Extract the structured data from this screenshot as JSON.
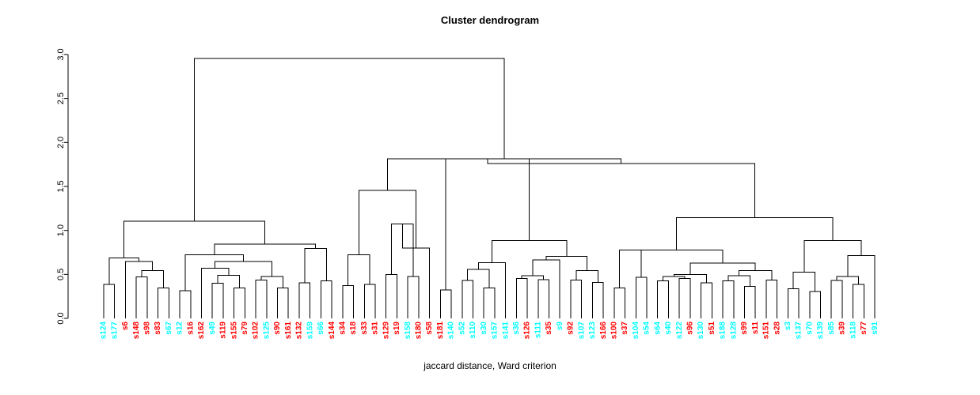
{
  "title": "Cluster dendrogram",
  "xlabel": "jaccard distance, Ward criterion",
  "colors": {
    "cluster_a": "#00FFFF",
    "cluster_b": "#FF0000",
    "link": "#000000",
    "axis": "#000000",
    "background": "#FFFFFF"
  },
  "chart_data": {
    "type": "dendrogram",
    "title": "Cluster dendrogram",
    "xlabel": "jaccard distance, Ward criterion",
    "ylabel": "",
    "ylim": [
      0,
      3.0
    ],
    "yticks": [
      "0.0",
      "0.5",
      "1.0",
      "1.5",
      "2.0",
      "2.5",
      "3.0"
    ],
    "ytick_values": [
      0,
      0.5,
      1.0,
      1.5,
      2.0,
      2.5,
      3.0
    ],
    "grid": false,
    "legend": "none",
    "n_leaves": 72,
    "leaves": [
      {
        "label": "s124",
        "color": "#00FFFF"
      },
      {
        "label": "s177",
        "color": "#00FFFF"
      },
      {
        "label": "s6",
        "color": "#FF0000"
      },
      {
        "label": "s148",
        "color": "#FF0000"
      },
      {
        "label": "s98",
        "color": "#FF0000"
      },
      {
        "label": "s83",
        "color": "#FF0000"
      },
      {
        "label": "s67",
        "color": "#00FFFF"
      },
      {
        "label": "s12",
        "color": "#00FFFF"
      },
      {
        "label": "s16",
        "color": "#FF0000"
      },
      {
        "label": "s162",
        "color": "#FF0000"
      },
      {
        "label": "s49",
        "color": "#00FFFF"
      },
      {
        "label": "s119",
        "color": "#FF0000"
      },
      {
        "label": "s155",
        "color": "#FF0000"
      },
      {
        "label": "s79",
        "color": "#FF0000"
      },
      {
        "label": "s102",
        "color": "#FF0000"
      },
      {
        "label": "s125",
        "color": "#00FFFF"
      },
      {
        "label": "s90",
        "color": "#FF0000"
      },
      {
        "label": "s161",
        "color": "#FF0000"
      },
      {
        "label": "s132",
        "color": "#FF0000"
      },
      {
        "label": "s159",
        "color": "#00FFFF"
      },
      {
        "label": "s66",
        "color": "#00FFFF"
      },
      {
        "label": "s144",
        "color": "#FF0000"
      },
      {
        "label": "s34",
        "color": "#FF0000"
      },
      {
        "label": "s18",
        "color": "#FF0000"
      },
      {
        "label": "s33",
        "color": "#FF0000"
      },
      {
        "label": "s31",
        "color": "#FF0000"
      },
      {
        "label": "s129",
        "color": "#FF0000"
      },
      {
        "label": "s19",
        "color": "#FF0000"
      },
      {
        "label": "s158",
        "color": "#00FFFF"
      },
      {
        "label": "s180",
        "color": "#FF0000"
      },
      {
        "label": "s58",
        "color": "#FF0000"
      },
      {
        "label": "s181",
        "color": "#FF0000"
      },
      {
        "label": "s140",
        "color": "#00FFFF"
      },
      {
        "label": "s52",
        "color": "#00FFFF"
      },
      {
        "label": "s110",
        "color": "#00FFFF"
      },
      {
        "label": "s30",
        "color": "#00FFFF"
      },
      {
        "label": "s157",
        "color": "#00FFFF"
      },
      {
        "label": "s141",
        "color": "#00FFFF"
      },
      {
        "label": "s36",
        "color": "#00FFFF"
      },
      {
        "label": "s126",
        "color": "#FF0000"
      },
      {
        "label": "s111",
        "color": "#00FFFF"
      },
      {
        "label": "s35",
        "color": "#FF0000"
      },
      {
        "label": "s9",
        "color": "#00FFFF"
      },
      {
        "label": "s92",
        "color": "#FF0000"
      },
      {
        "label": "s107",
        "color": "#00FFFF"
      },
      {
        "label": "s123",
        "color": "#00FFFF"
      },
      {
        "label": "s166",
        "color": "#FF0000"
      },
      {
        "label": "s100",
        "color": "#FF0000"
      },
      {
        "label": "s37",
        "color": "#FF0000"
      },
      {
        "label": "s104",
        "color": "#00FFFF"
      },
      {
        "label": "s54",
        "color": "#00FFFF"
      },
      {
        "label": "s64",
        "color": "#00FFFF"
      },
      {
        "label": "s40",
        "color": "#00FFFF"
      },
      {
        "label": "s122",
        "color": "#00FFFF"
      },
      {
        "label": "s96",
        "color": "#FF0000"
      },
      {
        "label": "s130",
        "color": "#00FFFF"
      },
      {
        "label": "s51",
        "color": "#FF0000"
      },
      {
        "label": "s188",
        "color": "#00FFFF"
      },
      {
        "label": "s128",
        "color": "#00FFFF"
      },
      {
        "label": "s99",
        "color": "#FF0000"
      },
      {
        "label": "s11",
        "color": "#FF0000"
      },
      {
        "label": "s151",
        "color": "#FF0000"
      },
      {
        "label": "s28",
        "color": "#FF0000"
      },
      {
        "label": "s3",
        "color": "#00FFFF"
      },
      {
        "label": "s137",
        "color": "#00FFFF"
      },
      {
        "label": "s70",
        "color": "#00FFFF"
      },
      {
        "label": "s139",
        "color": "#00FFFF"
      },
      {
        "label": "s85",
        "color": "#00FFFF"
      },
      {
        "label": "s39",
        "color": "#FF0000"
      },
      {
        "label": "s118",
        "color": "#00FFFF"
      },
      {
        "label": "s77",
        "color": "#FF0000"
      },
      {
        "label": "s91",
        "color": "#00FFFF"
      }
    ],
    "merges": [
      {
        "id": "m1",
        "left": {
          "leaf": 0
        },
        "right": {
          "leaf": 1
        },
        "height": 0.385
      },
      {
        "id": "m2",
        "left": {
          "leaf": 3
        },
        "right": {
          "leaf": 4
        },
        "height": 0.47
      },
      {
        "id": "m3",
        "left": {
          "leaf": 5
        },
        "right": {
          "leaf": 6
        },
        "height": 0.345
      },
      {
        "id": "m4",
        "left": {
          "node": "m2"
        },
        "right": {
          "node": "m3"
        },
        "height": 0.545
      },
      {
        "id": "m5",
        "left": {
          "leaf": 2
        },
        "right": {
          "node": "m4"
        },
        "height": 0.645
      },
      {
        "id": "m6",
        "left": {
          "node": "m1"
        },
        "right": {
          "node": "m5"
        },
        "height": 0.685
      },
      {
        "id": "m7",
        "left": {
          "leaf": 7
        },
        "right": {
          "leaf": 8
        },
        "height": 0.315
      },
      {
        "id": "m8",
        "left": {
          "leaf": 10
        },
        "right": {
          "leaf": 11
        },
        "height": 0.4
      },
      {
        "id": "m9",
        "left": {
          "leaf": 12
        },
        "right": {
          "leaf": 13
        },
        "height": 0.345
      },
      {
        "id": "m10",
        "left": {
          "node": "m8"
        },
        "right": {
          "node": "m9"
        },
        "height": 0.49
      },
      {
        "id": "m11",
        "left": {
          "leaf": 9
        },
        "right": {
          "node": "m10"
        },
        "height": 0.57
      },
      {
        "id": "m12",
        "left": {
          "leaf": 14
        },
        "right": {
          "leaf": 15
        },
        "height": 0.435
      },
      {
        "id": "m13",
        "left": {
          "leaf": 16
        },
        "right": {
          "leaf": 17
        },
        "height": 0.345
      },
      {
        "id": "m14",
        "left": {
          "node": "m12"
        },
        "right": {
          "node": "m13"
        },
        "height": 0.475
      },
      {
        "id": "m15",
        "left": {
          "node": "m11"
        },
        "right": {
          "node": "m14"
        },
        "height": 0.645
      },
      {
        "id": "m16",
        "left": {
          "node": "m7"
        },
        "right": {
          "node": "m15"
        },
        "height": 0.725
      },
      {
        "id": "m17",
        "left": {
          "leaf": 18
        },
        "right": {
          "leaf": 19
        },
        "height": 0.405
      },
      {
        "id": "m18",
        "left": {
          "leaf": 20
        },
        "right": {
          "leaf": 21
        },
        "height": 0.425
      },
      {
        "id": "m19",
        "left": {
          "node": "m17"
        },
        "right": {
          "node": "m18"
        },
        "height": 0.795
      },
      {
        "id": "m20",
        "left": {
          "node": "m16"
        },
        "right": {
          "node": "m19"
        },
        "height": 0.845
      },
      {
        "id": "m21",
        "left": {
          "node": "m6"
        },
        "right": {
          "node": "m20"
        },
        "height": 1.105
      },
      {
        "id": "m22",
        "left": {
          "leaf": 22
        },
        "right": {
          "leaf": 23
        },
        "height": 0.375
      },
      {
        "id": "m23",
        "left": {
          "leaf": 24
        },
        "right": {
          "leaf": 25
        },
        "height": 0.385
      },
      {
        "id": "m24",
        "left": {
          "node": "m22"
        },
        "right": {
          "node": "m23"
        },
        "height": 0.725
      },
      {
        "id": "m25",
        "left": {
          "leaf": 26
        },
        "right": {
          "leaf": 27
        },
        "height": 0.5
      },
      {
        "id": "m26",
        "left": {
          "leaf": 28
        },
        "right": {
          "leaf": 29
        },
        "height": 0.475
      },
      {
        "id": "m27",
        "left": {
          "node": "m25"
        },
        "right": {
          "node": "m26"
        },
        "height": 1.075
      },
      {
        "id": "m28",
        "left": {
          "node": "m27"
        },
        "right": {
          "leaf": 30
        },
        "height": 0.8
      },
      {
        "id": "m29",
        "left": {
          "node": "m24"
        },
        "right": {
          "node": "m28"
        },
        "height": 1.455
      },
      {
        "id": "m30",
        "left": {
          "leaf": 31
        },
        "right": {
          "leaf": 32
        },
        "height": 0.325
      },
      {
        "id": "m31",
        "left": {
          "leaf": 33
        },
        "right": {
          "leaf": 34
        },
        "height": 0.43
      },
      {
        "id": "m32",
        "left": {
          "leaf": 35
        },
        "right": {
          "leaf": 36
        },
        "height": 0.345
      },
      {
        "id": "m33",
        "left": {
          "node": "m31"
        },
        "right": {
          "node": "m32"
        },
        "height": 0.555
      },
      {
        "id": "m34",
        "left": {
          "leaf": 37
        },
        "right": {
          "node": "m33"
        },
        "height": 0.635
      },
      {
        "id": "m35",
        "left": {
          "leaf": 38
        },
        "right": {
          "leaf": 39
        },
        "height": 0.455
      },
      {
        "id": "m36",
        "left": {
          "leaf": 40
        },
        "right": {
          "leaf": 41
        },
        "height": 0.44
      },
      {
        "id": "m37",
        "left": {
          "node": "m35"
        },
        "right": {
          "node": "m36"
        },
        "height": 0.485
      },
      {
        "id": "m38",
        "left": {
          "node": "m37"
        },
        "right": {
          "leaf": 42
        },
        "height": 0.665
      },
      {
        "id": "m39",
        "left": {
          "leaf": 43
        },
        "right": {
          "leaf": 44
        },
        "height": 0.435
      },
      {
        "id": "m40",
        "left": {
          "leaf": 45
        },
        "right": {
          "leaf": 46
        },
        "height": 0.41
      },
      {
        "id": "m41",
        "left": {
          "node": "m39"
        },
        "right": {
          "node": "m40"
        },
        "height": 0.545
      },
      {
        "id": "m42",
        "left": {
          "node": "m38"
        },
        "right": {
          "node": "m41"
        },
        "height": 0.705
      },
      {
        "id": "m43",
        "left": {
          "node": "m34"
        },
        "right": {
          "node": "m42"
        },
        "height": 0.885
      },
      {
        "id": "m44",
        "left": {
          "node": "m30"
        },
        "right": {
          "node": "m43"
        },
        "height": 1.815
      },
      {
        "id": "m45",
        "left": {
          "leaf": 47
        },
        "right": {
          "leaf": 48
        },
        "height": 0.345
      },
      {
        "id": "m46",
        "left": {
          "leaf": 49
        },
        "right": {
          "leaf": 50
        },
        "height": 0.465
      },
      {
        "id": "m47",
        "left": {
          "node": "m45"
        },
        "right": {
          "node": "m46"
        },
        "height": 0.775
      },
      {
        "id": "m48",
        "left": {
          "leaf": 51
        },
        "right": {
          "leaf": 52
        },
        "height": 0.425
      },
      {
        "id": "m49",
        "left": {
          "leaf": 53
        },
        "right": {
          "leaf": 54
        },
        "height": 0.455
      },
      {
        "id": "m50",
        "left": {
          "node": "m48"
        },
        "right": {
          "node": "m49"
        },
        "height": 0.475
      },
      {
        "id": "m51",
        "left": {
          "leaf": 55
        },
        "right": {
          "leaf": 56
        },
        "height": 0.405
      },
      {
        "id": "m52",
        "left": {
          "node": "m50"
        },
        "right": {
          "node": "m51"
        },
        "height": 0.5
      },
      {
        "id": "m53",
        "left": {
          "leaf": 57
        },
        "right": {
          "leaf": 58
        },
        "height": 0.425
      },
      {
        "id": "m54",
        "left": {
          "leaf": 59
        },
        "right": {
          "leaf": 60
        },
        "height": 0.365
      },
      {
        "id": "m55",
        "left": {
          "node": "m53"
        },
        "right": {
          "node": "m54"
        },
        "height": 0.485
      },
      {
        "id": "m56",
        "left": {
          "leaf": 61
        },
        "right": {
          "leaf": 62
        },
        "height": 0.435
      },
      {
        "id": "m57",
        "left": {
          "node": "m55"
        },
        "right": {
          "node": "m56"
        },
        "height": 0.545
      },
      {
        "id": "m58",
        "left": {
          "node": "m52"
        },
        "right": {
          "node": "m57"
        },
        "height": 0.63
      },
      {
        "id": "m59",
        "left": {
          "node": "m47"
        },
        "right": {
          "node": "m58"
        },
        "height": 0.775
      },
      {
        "id": "m60",
        "left": {
          "leaf": 63
        },
        "right": {
          "leaf": 64
        },
        "height": 0.335
      },
      {
        "id": "m61",
        "left": {
          "leaf": 65
        },
        "right": {
          "leaf": 66
        },
        "height": 0.305
      },
      {
        "id": "m62",
        "left": {
          "node": "m60"
        },
        "right": {
          "node": "m61"
        },
        "height": 0.525
      },
      {
        "id": "m63",
        "left": {
          "leaf": 67
        },
        "right": {
          "leaf": 68
        },
        "height": 0.43
      },
      {
        "id": "m64",
        "left": {
          "leaf": 69
        },
        "right": {
          "leaf": 70
        },
        "height": 0.385
      },
      {
        "id": "m65",
        "left": {
          "node": "m63"
        },
        "right": {
          "node": "m64"
        },
        "height": 0.475
      },
      {
        "id": "m66",
        "left": {
          "node": "m65"
        },
        "right": {
          "leaf": 71
        },
        "height": 0.715
      },
      {
        "id": "m67",
        "left": {
          "node": "m62"
        },
        "right": {
          "node": "m66"
        },
        "height": 0.885
      },
      {
        "id": "m68",
        "left": {
          "node": "m59"
        },
        "right": {
          "node": "m67"
        },
        "height": 1.145
      },
      {
        "id": "m69",
        "left": {
          "node": "m44"
        },
        "right": {
          "node": "m68"
        },
        "height": 1.76
      },
      {
        "id": "m70",
        "left": {
          "node": "m29"
        },
        "right": {
          "node": "m69"
        },
        "height": 1.815
      },
      {
        "id": "m71",
        "left": {
          "node": "m21"
        },
        "right": {
          "node": "m70"
        },
        "height": 2.955
      }
    ]
  }
}
